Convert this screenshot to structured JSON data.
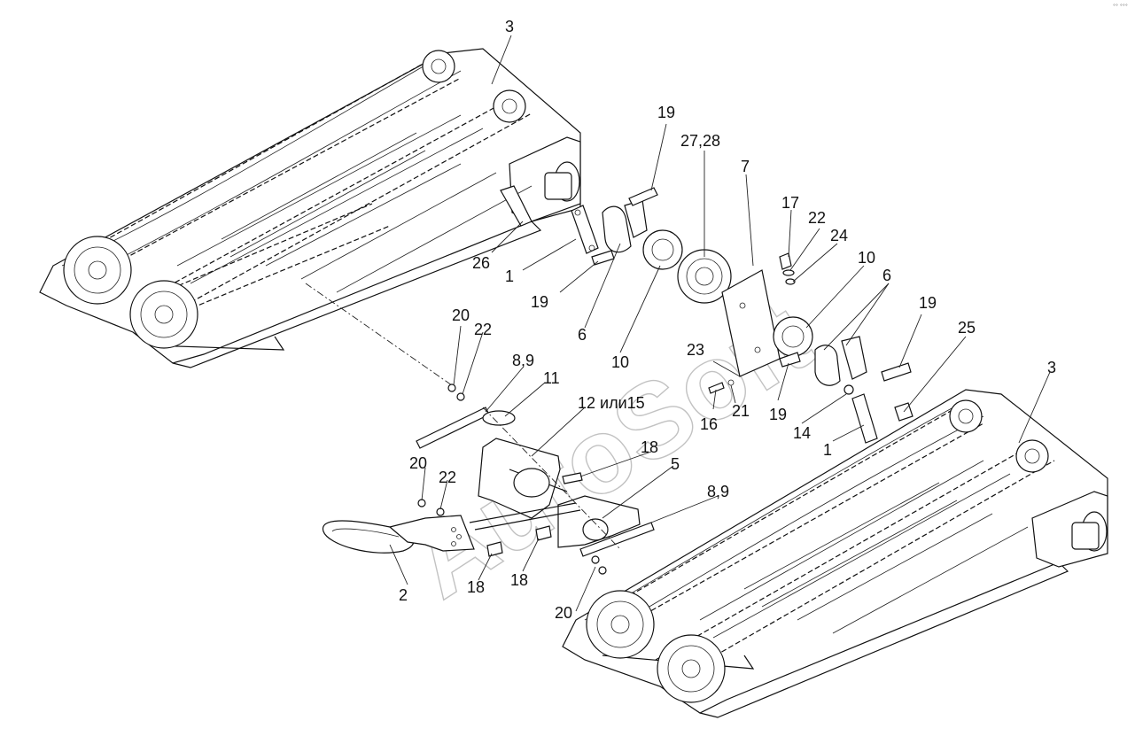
{
  "watermark": "AutoSoft",
  "corner_mark": "°° °°°",
  "callouts": [
    {
      "id": "c-3-top",
      "text": "3"
    },
    {
      "id": "c-19-top",
      "text": "19"
    },
    {
      "id": "c-27-28",
      "text": "27,28"
    },
    {
      "id": "c-7",
      "text": "7"
    },
    {
      "id": "c-17",
      "text": "17"
    },
    {
      "id": "c-22-right",
      "text": "22"
    },
    {
      "id": "c-24",
      "text": "24"
    },
    {
      "id": "c-10-right",
      "text": "10"
    },
    {
      "id": "c-6-right",
      "text": "6"
    },
    {
      "id": "c-19-right",
      "text": "19"
    },
    {
      "id": "c-25",
      "text": "25"
    },
    {
      "id": "c-26",
      "text": "26"
    },
    {
      "id": "c-1-top",
      "text": "1"
    },
    {
      "id": "c-19-mid",
      "text": "19"
    },
    {
      "id": "c-6-mid",
      "text": "6"
    },
    {
      "id": "c-10-mid",
      "text": "10"
    },
    {
      "id": "c-23",
      "text": "23"
    },
    {
      "id": "c-16",
      "text": "16"
    },
    {
      "id": "c-21",
      "text": "21"
    },
    {
      "id": "c-19-low",
      "text": "19"
    },
    {
      "id": "c-14",
      "text": "14"
    },
    {
      "id": "c-1-low",
      "text": "1"
    },
    {
      "id": "c-3-right",
      "text": "3"
    },
    {
      "id": "c-20-a",
      "text": "20"
    },
    {
      "id": "c-22-a",
      "text": "22"
    },
    {
      "id": "c-8-9-a",
      "text": "8,9"
    },
    {
      "id": "c-11",
      "text": "11"
    },
    {
      "id": "c-12-15",
      "text": "12 или15"
    },
    {
      "id": "c-18-a",
      "text": "18"
    },
    {
      "id": "c-5",
      "text": "5"
    },
    {
      "id": "c-20-b",
      "text": "20"
    },
    {
      "id": "c-22-b",
      "text": "22"
    },
    {
      "id": "c-8-9-b",
      "text": "8,9"
    },
    {
      "id": "c-2",
      "text": "2"
    },
    {
      "id": "c-18-b",
      "text": "18"
    },
    {
      "id": "c-18-c",
      "text": "18"
    },
    {
      "id": "c-20-c",
      "text": "20"
    }
  ]
}
